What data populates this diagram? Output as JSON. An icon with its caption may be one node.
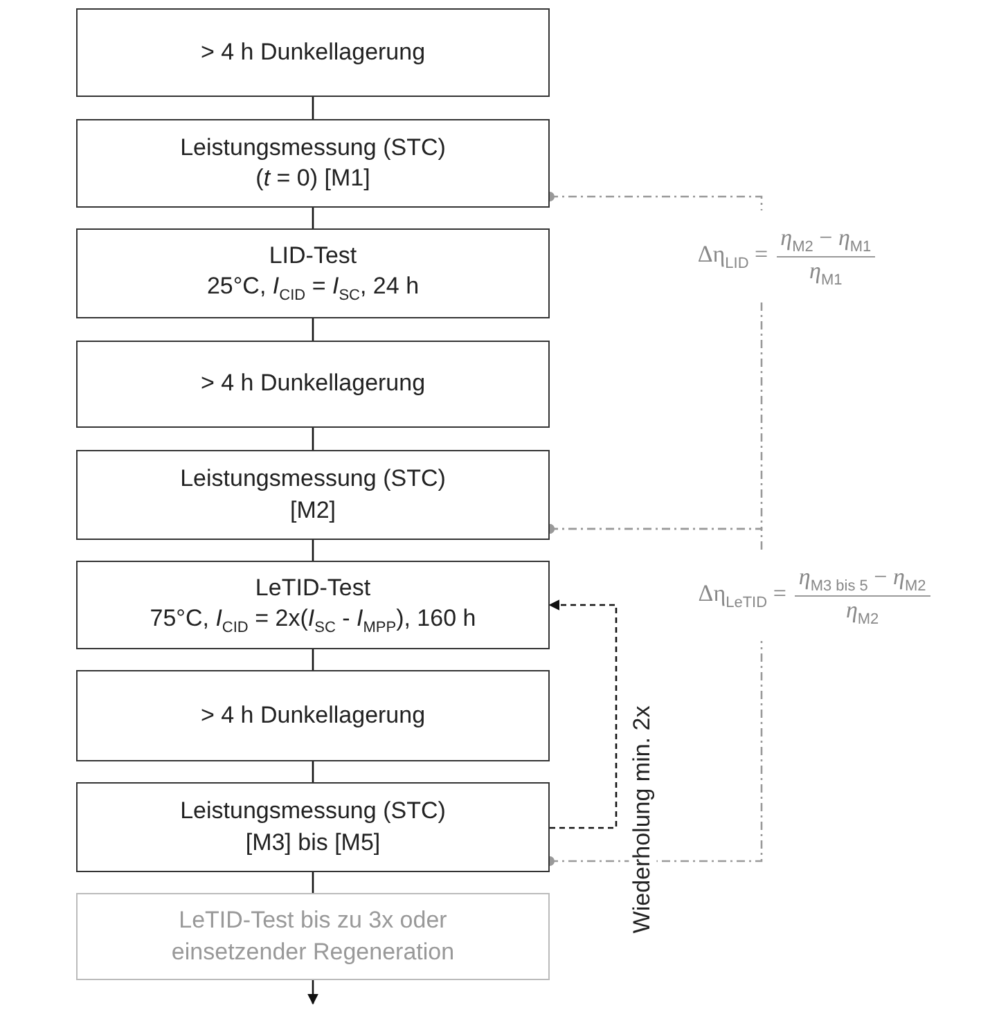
{
  "diagram": {
    "nodes": [
      {
        "text": [
          "> 4 h Dunkellagerung"
        ]
      },
      {
        "text": [
          "Leistungsmessung (STC)",
          "(*t* = 0) [M1]"
        ]
      },
      {
        "text": [
          "LID-Test",
          "25°C, *I*$_{CID}$ = *I*$_{SC}$, 24 h"
        ]
      },
      {
        "text": [
          "> 4 h Dunkellagerung"
        ]
      },
      {
        "text": [
          "Leistungsmessung (STC)",
          "[M2]"
        ]
      },
      {
        "text": [
          "LeTID-Test",
          "75°C, *I*$_{CID}$ = 2x(*I*$_{SC}$ - *I*$_{MPP}$), 160 h"
        ]
      },
      {
        "text": [
          "> 4 h Dunkellagerung"
        ]
      },
      {
        "text": [
          "Leistungsmessung (STC)",
          "[M3] bis [M5]"
        ]
      },
      {
        "text": [
          "LeTID-Test bis zu 3x oder einsetzender Regeneration"
        ]
      },
      {
        "text": [
          "Δη$_{LID}$ =",
          "*η*$_{M2}$ − *η*$_{M1}$",
          "*η*$_{M1}$"
        ]
      },
      {
        "text": [
          "Δη$_{LeTID}$ =",
          "*η*$_{M3 bis 5}$ − *η*$_{M2}$",
          "*η*$_{M2}$"
        ]
      }
    ],
    "edges": [
      {
        "from": 0,
        "to": 1,
        "arrow": "none"
      },
      {
        "from": 1,
        "to": 2,
        "arrow": "none"
      },
      {
        "from": 2,
        "to": 3,
        "arrow": "none"
      },
      {
        "from": 3,
        "to": 4,
        "arrow": "none"
      },
      {
        "from": 4,
        "to": 5,
        "arrow": "none"
      },
      {
        "from": 5,
        "to": 6,
        "arrow": "none"
      },
      {
        "from": 6,
        "to": 7,
        "arrow": "none"
      },
      {
        "from": 7,
        "to": 8,
        "arrow": "none"
      },
      {
        "from": 8,
        "to": null,
        "arrow": "to"
      },
      {
        "from": 1,
        "to": 9,
        "arrow": "other",
        "style": "dashed",
        "color": "#999999"
      },
      {
        "from": 4,
        "to": 9,
        "arrow": "other",
        "style": "dashed",
        "color": "#999999"
      },
      {
        "from": 4,
        "to": 10,
        "arrow": "other",
        "style": "dashed",
        "color": "#999999"
      },
      {
        "from": 7,
        "to": 10,
        "arrow": "other",
        "style": "dashed",
        "color": "#999999"
      },
      {
        "from": 7,
        "to": 5,
        "arrow": "to",
        "style": "dashed",
        "label": "Wiederholung min. 2x"
      }
    ]
  }
}
